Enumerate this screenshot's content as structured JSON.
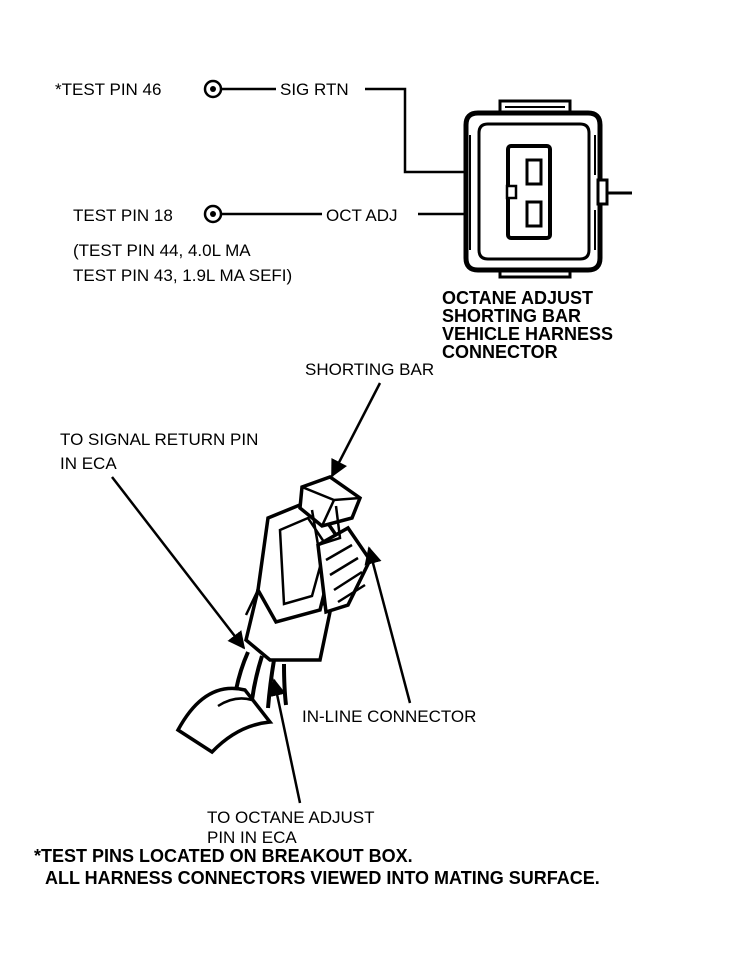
{
  "top_diagram": {
    "pin46_label": "*TEST PIN 46",
    "sig_rtn_label": "SIG RTN",
    "pin18_label": "TEST PIN 18",
    "oct_adj_label": "OCT ADJ",
    "pin_note_line1": "(TEST PIN 44, 4.0L MA",
    "pin_note_line2": "TEST PIN 43, 1.9L MA SEFI)",
    "connector_caption": [
      "OCTANE ADJUST",
      "SHORTING BAR",
      "VEHICLE HARNESS",
      "CONNECTOR"
    ]
  },
  "bottom_diagram": {
    "shorting_bar_label": "SHORTING BAR",
    "signal_return_line1": "TO SIGNAL RETURN PIN",
    "signal_return_line2": "IN ECA",
    "inline_connector_label": "IN-LINE CONNECTOR",
    "octane_pin_line1": "TO OCTANE ADJUST",
    "octane_pin_line2": "PIN IN ECA"
  },
  "footnote": {
    "line1": "*TEST PINS LOCATED ON BREAKOUT BOX.",
    "line2": "ALL HARNESS CONNECTORS VIEWED INTO MATING SURFACE."
  },
  "icons": [
    "test-pin-terminal-icon",
    "connector-icon",
    "shorting-bar-icon",
    "arrow-icon"
  ]
}
